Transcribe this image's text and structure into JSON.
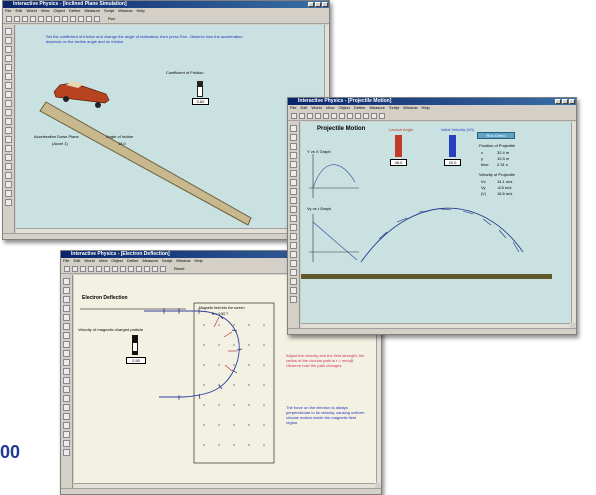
{
  "page": {
    "year_fragment": "00"
  },
  "window_incline": {
    "title": "Interactive Physics - [Inclined Plane Simulation]",
    "menu": [
      "File",
      "Edit",
      "World",
      "View",
      "Object",
      "Define",
      "Measure",
      "Script",
      "Window",
      "Help"
    ],
    "toolbar_label": "Run",
    "instructions": "Set the coefficient of friction and change the angle of inclination; then press Run. Observe how the acceleration depends on the incline angle and on friction.",
    "meter_caption": "Coefficient of Friction",
    "meter_value": "0.60",
    "accel_label": "Acceleration Down Plane",
    "accel_value": "(Accel 1)",
    "angle_label": "Angle of Incline",
    "angle_value": "18.0"
  },
  "window_projectile": {
    "title": "Interactive Physics - [Projectile Motion]",
    "menu": [
      "File",
      "Edit",
      "World",
      "View",
      "Object",
      "Define",
      "Measure",
      "Script",
      "Window",
      "Help"
    ],
    "heading": "Projectile Motion",
    "meter1_caption": "Launch Angle",
    "meter1_value": "45.0",
    "meter2_caption": "Initial Velocity (V0)",
    "meter2_value": "20.0",
    "button_label": "Run Demo",
    "panel_title": "Position of Projectile",
    "pos_rows": [
      {
        "k": "x",
        "v": "32.4 m"
      },
      {
        "k": "y",
        "v": "10.3 m"
      },
      {
        "k": "time",
        "v": "2.31 s"
      }
    ],
    "vel_title": "Velocity of Projectile",
    "vel_rows": [
      {
        "k": "Vx",
        "v": "14.1 m/s"
      },
      {
        "k": "Vy",
        "v": "-8.5 m/s"
      },
      {
        "k": "|V|",
        "v": "16.5 m/s"
      }
    ],
    "graph1_label": "Y vs X Graph",
    "graph2_label": "Vy vs t Graph"
  },
  "window_electron": {
    "title": "Interactive Physics - [Electron Deflection]",
    "menu": [
      "File",
      "Edit",
      "World",
      "View",
      "Object",
      "Define",
      "Measure",
      "Script",
      "Window",
      "Help"
    ],
    "toolbar_label": "Reset",
    "heading": "Electron Deflection",
    "slider_label": "Velocity of magnetic charged particle",
    "meter_value": "2.50",
    "field_box_title": "Magnetic field into the screen",
    "field_value": "B = 0.50 T",
    "pink_note": "Adjust the velocity and the field strength; the radius of the circular path is r = mv/qB. Observe how the path changes.",
    "blue_note": "The force on the electron is always perpendicular to its velocity, causing uniform circular motion inside the magnetic field region."
  },
  "colors": {
    "title_start": "#0a246a",
    "title_end": "#3a6ea5",
    "canvas": "#c9e1e0",
    "ground": "#5f5a2c",
    "year_blue": "#1f3a94",
    "meter_red": "#c23a2a",
    "meter_blue": "#2a3ec0"
  }
}
